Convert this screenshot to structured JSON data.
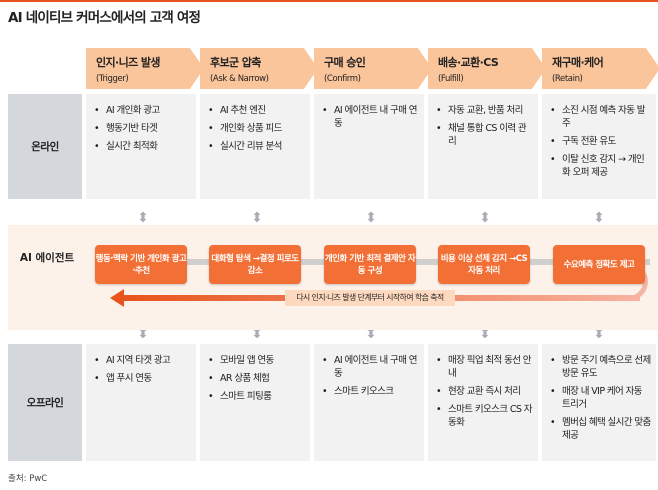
{
  "title": "AI 네이티브 커머스에서의 고객 여정",
  "stages": [
    {
      "ko": "인지·니즈 발생",
      "en": "(Trigger)"
    },
    {
      "ko": "후보군 압축",
      "en": "(Ask & Narrow)"
    },
    {
      "ko": "구매 승인",
      "en": "(Confirm)"
    },
    {
      "ko": "배송·교환·CS",
      "en": "(Fulfill)"
    },
    {
      "ko": "재구매·케어",
      "en": "(Retain)"
    }
  ],
  "online": {
    "label": "온라인",
    "cells": [
      [
        "AI 개인화 광고",
        "행동기반 타겟",
        "실시간 최적화"
      ],
      [
        "AI 추천 엔진",
        "개인화 상품 피드",
        "실시간 리뷰 분석"
      ],
      [
        "AI 에이전트 내 구매 연동"
      ],
      [
        "자동 교환, 반품 처리",
        "채널 통합 CS 이력 관리"
      ],
      [
        "소진 시점 예측 자동 발주",
        "구독 전환 유도",
        "이탈 신호 감지 → 개인화 오퍼 제공"
      ]
    ]
  },
  "ai": {
    "label": "AI 에이전트",
    "boxes": [
      "행동·맥락 기반 개인화 광고·추천",
      "대화형 탐색 →결정 피로도 감소",
      "개인화 기반 최적 결제안 자동 구성",
      "비용 이상 선제 감지 →CS 자동 처리",
      "수요예측 정확도 제고"
    ],
    "feedback": "다시 인지·니즈 발생 단계부터 시작하여 학습 축적"
  },
  "offline": {
    "label": "오프라인",
    "cells": [
      [
        "AI 지역 타겟 광고",
        "앱 푸시 연동"
      ],
      [
        "모바일 앱 연동",
        "AR 상품 체험",
        "스마트 피팅룸"
      ],
      [
        "AI 에이전트 내 구매 연동",
        "스마트 키오스크"
      ],
      [
        "매장 픽업 최적 동선 안내",
        "현장 교환 즉시 처리",
        "스마트 키오스크 CS 자동화"
      ],
      [
        "방문 주기 예측으로 선제 방문 유도",
        "매장 내 VIP 케어 자동 트리거",
        "멤버십 혜택 실시간 맞춤 제공"
      ]
    ]
  },
  "source": "출처: PwC",
  "colors": {
    "accent": "#e8541c",
    "stage": "#fbc59c",
    "box": "#f26f35"
  }
}
